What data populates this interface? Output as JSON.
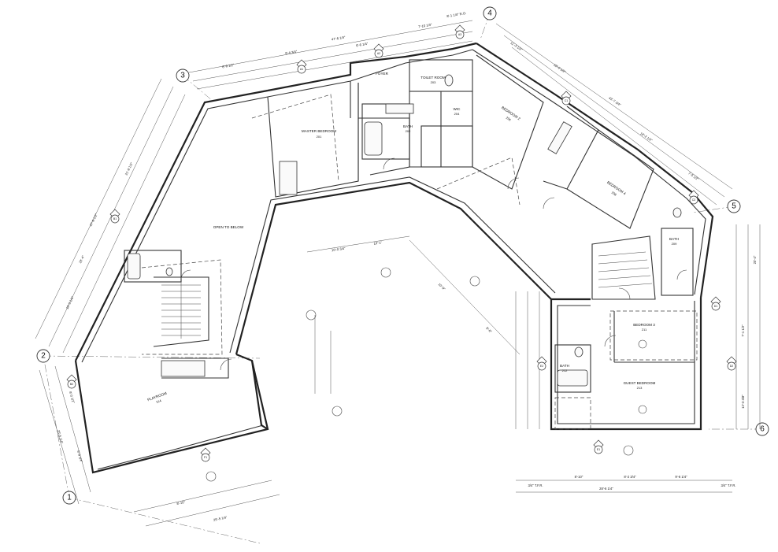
{
  "grid_bubbles": [
    {
      "id": "grid-1",
      "label": "1"
    },
    {
      "id": "grid-2",
      "label": "2"
    },
    {
      "id": "grid-3",
      "label": "3"
    },
    {
      "id": "grid-4",
      "label": "4"
    },
    {
      "id": "grid-5",
      "label": "5"
    },
    {
      "id": "grid-6",
      "label": "6"
    }
  ],
  "rooms": {
    "master_bedroom": {
      "name": "MASTER BEDROOM",
      "num": "201"
    },
    "bath_master": {
      "name": "BATH",
      "num": "202"
    },
    "toilet_room": {
      "name": "TOILET ROOM",
      "num": "203"
    },
    "wic": {
      "name": "WIC",
      "num": "204"
    },
    "foyer": {
      "name": "FOYER",
      "num": ""
    },
    "bedroom_2": {
      "name": "BEDROOM 2",
      "num": "206"
    },
    "bedroom_4": {
      "name": "BEDROOM 4",
      "num": "208"
    },
    "bath_4": {
      "name": "BATH",
      "num": "209"
    },
    "bedroom_3": {
      "name": "BEDROOM 3",
      "num": "211"
    },
    "bath_guest": {
      "name": "BATH",
      "num": "212"
    },
    "guest_bedroom": {
      "name": "GUEST BEDROOM",
      "num": "213"
    },
    "open_to_below": {
      "name": "OPEN TO BELOW",
      "num": ""
    },
    "playroom": {
      "name": "PLAYROOM",
      "num": "214"
    }
  },
  "dimensions": {
    "top_overall": "47'-6 1/4\"",
    "top_a": "8'-9 1/2\"",
    "top_b": "9'-4 3/4\"",
    "top_c": "6'-6 1/4\"",
    "top_d": "7'-10 1/4\"",
    "top_e": "8'-1 1/4\" R.O.",
    "left_overall": "47'-8 1/2\"",
    "left_a": "21'-8 1/2\"",
    "left_b": "10'-5 1/4\"",
    "left_c": "18'-4\"",
    "right_overall": "43'-7 3/4\"",
    "right_a": "10'-2 1/2\"",
    "right_b": "18'-2 1/2\"",
    "right_c": "7'-5 1/2\"",
    "right_d": "11'-3 1/2\"",
    "bottom_overall": "28'-6 1/4\"",
    "bottom_a": "8'-10\"",
    "bottom_b": "8'-2 3/4\"",
    "bottom_c": "9'-6 1/4\"",
    "bottom_tfr_l": "3/4\" T.F.R.",
    "bottom_tfr_r": "3/4\" T.F.R.",
    "low_left_overall": "25'-5 1/4\"",
    "low_left_a": "8'-0 1/2\"",
    "low_left_b": "6'-9 1/4\"",
    "corridor_a": "10'-0 3/4\"",
    "corridor_b": "10'-1\"",
    "corridor_c": "10'-9\"",
    "corridor_d": "8'-6\"",
    "right_stack_a": "20'-4\"",
    "right_stack_b": "12'-3 3/8\"",
    "right_stack_c": "7'-1 1/2\""
  },
  "tags": [
    "A1",
    "A2",
    "A3",
    "B1",
    "B2",
    "C1",
    "C2",
    "D1",
    "D2",
    "E1",
    "E2",
    "F1"
  ],
  "colors": {
    "line": "#222222",
    "paper": "#ffffff"
  }
}
